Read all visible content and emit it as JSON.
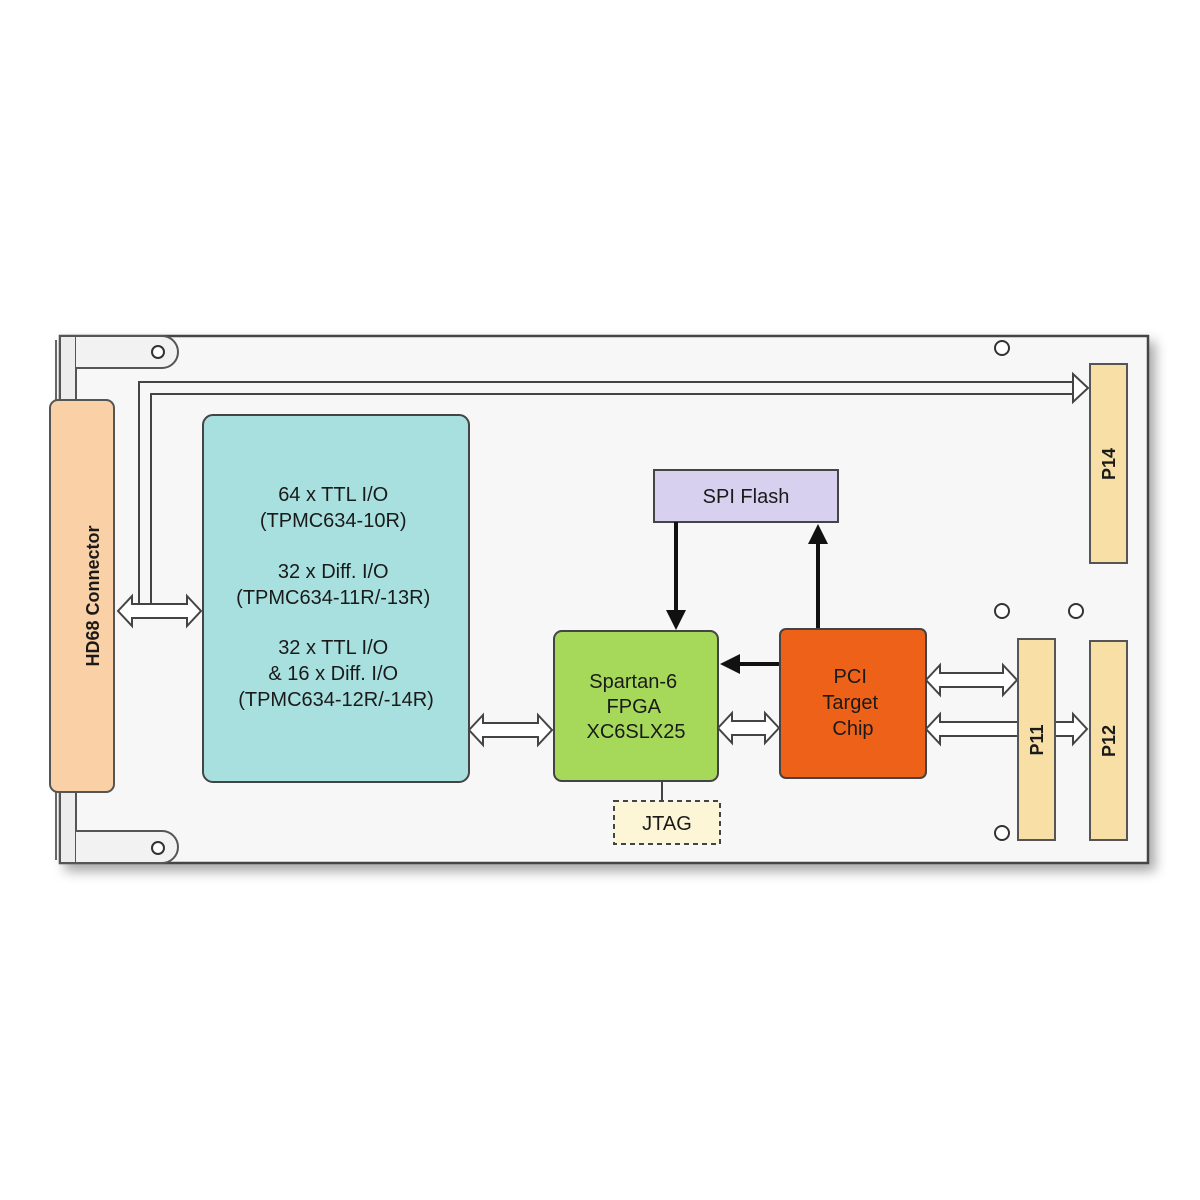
{
  "diagram": {
    "hd68_connector": "HD68 Connector",
    "io_block": {
      "lines": [
        "64 x TTL I/O",
        "(TPMC634-10R)",
        "",
        "32 x Diff. I/O",
        "(TPMC634-11R/-13R)",
        "",
        "32 x TTL I/O",
        "& 16 x Diff. I/O",
        "(TPMC634-12R/-14R)"
      ]
    },
    "spi_flash": "SPI Flash",
    "fpga": {
      "lines": [
        "Spartan-6",
        "FPGA",
        "XC6SLX25"
      ]
    },
    "pci_chip": {
      "lines": [
        "PCI",
        "Target",
        "Chip"
      ]
    },
    "jtag": "JTAG",
    "p14": "P14",
    "p11": "P11",
    "p12": "P12"
  },
  "colors": {
    "board": "#f7f7f7",
    "io_block": "#a8e0df",
    "spi_flash": "#d8d0ef",
    "fpga": "#a6d85a",
    "pci_chip": "#ee6118",
    "jtag": "#fdf6d6",
    "connector": "#f7dfa6",
    "hd68": "#fad1a6"
  }
}
